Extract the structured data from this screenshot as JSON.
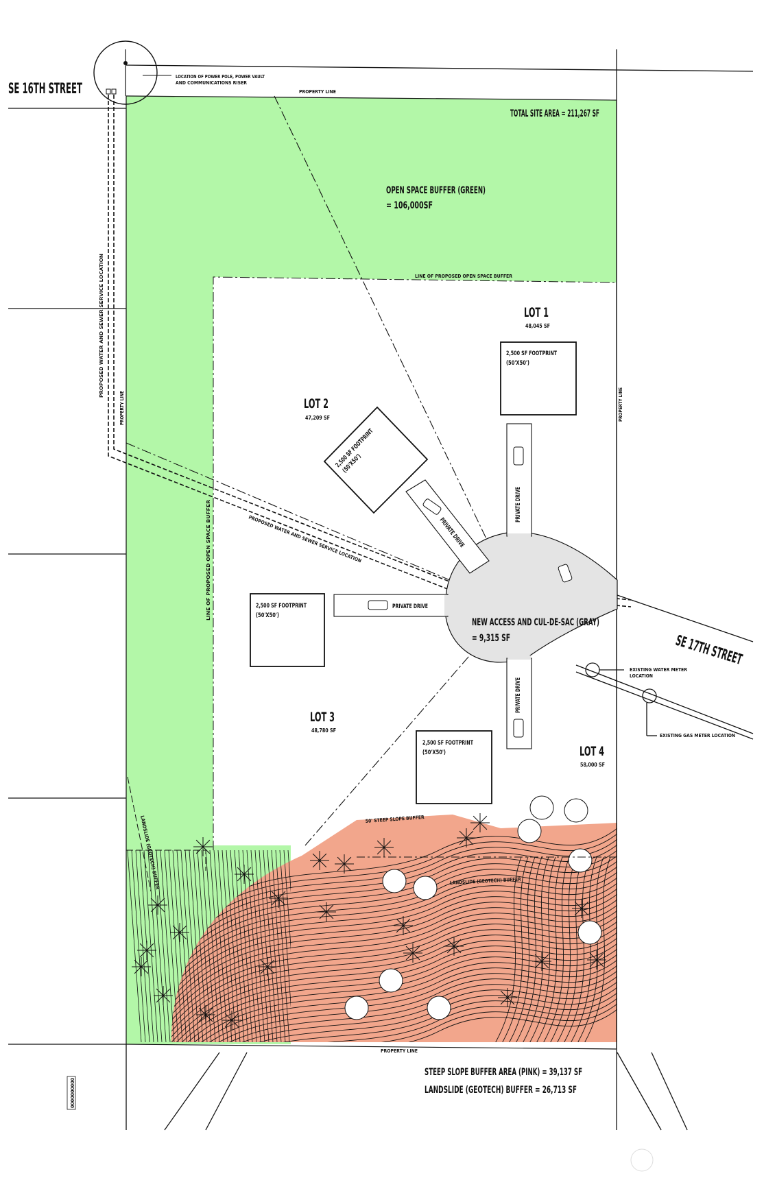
{
  "streets": {
    "north": "SE 16TH STREET",
    "east": "SE 17TH STREET"
  },
  "notes": {
    "power_pole": [
      "LOCATION OF POWER POLE, POWER VAULT",
      "AND COMMUNICATIONS RISER"
    ],
    "property_line_top": "PROPERTY LINE",
    "property_line_bottom": "PROPERTY LINE",
    "property_line_left": "PROPERTY LINE",
    "property_line_right": "PROPERTY LINE",
    "water_sewer_vertical": "PROPOSED WATER AND SEWER SERVICE LOCATION",
    "water_sewer_diag": "PROPOSED WATER AND SEWER SERVICE LOCATION",
    "buffer_line_horizontal": "LINE OF PROPOSED OPEN SPACE BUFFER",
    "buffer_line_vertical": "LINE OF PROPOSED OPEN SPACE BUFFER",
    "water_meter": [
      "EXISTING WATER METER",
      "LOCATION"
    ],
    "gas_meter": "EXISTING GAS METER LOCATION",
    "steep_slope_buffer": "50' STEEP SLOPE BUFFER",
    "landslide_buffer_right": "LANDSLIDE (GEOTECH) BUFFER",
    "landslide_buffer_left": "LANDSLIDE (GEOTECH) BUFFER",
    "stamp": "0000000000"
  },
  "areas": {
    "total_site": "TOTAL SITE AREA = 211,267 SF",
    "open_space_title": "OPEN SPACE BUFFER (GREEN)",
    "open_space_value": "= 106,000SF",
    "culdesac_title": "NEW ACCESS AND CUL-DE-SAC (GRAY)",
    "culdesac_value": "= 9,315 SF",
    "steep_slope": "STEEP SLOPE BUFFER AREA (PINK) = 39,137 SF",
    "landslide": "LANDSLIDE (GEOTECH) BUFFER = 26,713 SF"
  },
  "lots": {
    "lot1": {
      "name": "LOT 1",
      "area": "48,045 SF"
    },
    "lot2": {
      "name": "LOT 2",
      "area": "47,209 SF"
    },
    "lot3": {
      "name": "LOT 3",
      "area": "48,780 SF"
    },
    "lot4": {
      "name": "LOT 4",
      "area": "58,000 SF"
    }
  },
  "footprint": {
    "line1": "2,500 SF FOOTPRINT",
    "line2": "(50'X50')"
  },
  "drive": "PRIVATE DRIVE",
  "colors": {
    "green": "#b3f7a8",
    "pink": "#f2a68c",
    "gray": "#e4e4e4",
    "ink": "#111111"
  }
}
